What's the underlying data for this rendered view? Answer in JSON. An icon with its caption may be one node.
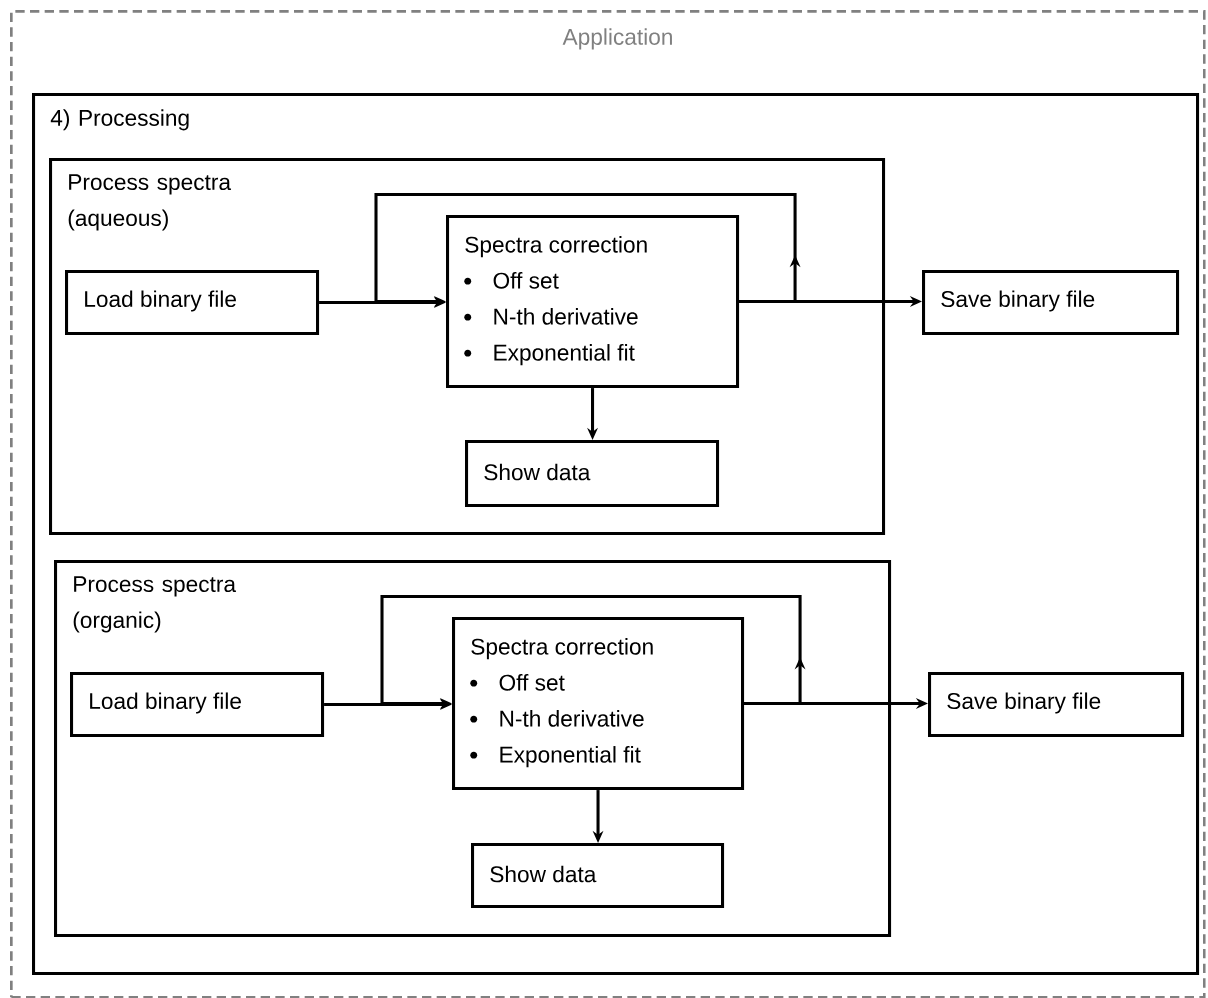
{
  "diagram": {
    "nodes": [
      {
        "text": [
          "Application"
        ]
      },
      {
        "text": [
          "4) Processing"
        ],
        "in": 0
      },
      {
        "text": [
          "Process spectra (aqueous)"
        ],
        "in": 1
      },
      {
        "text": [
          "Load binary file"
        ],
        "in": 2
      },
      {
        "text": [
          "Spectra correction",
          "Off set",
          "N-th derivative",
          "Exponential fit"
        ],
        "in": 2
      },
      {
        "text": [
          "Show data"
        ],
        "in": 2
      },
      {
        "text": [
          "Save binary file"
        ],
        "in": 1
      },
      {
        "text": [
          "Process spectra (organic)"
        ],
        "in": 1
      },
      {
        "text": [
          "Load binary file"
        ],
        "in": 7
      },
      {
        "text": [
          "Spectra correction",
          "Off set",
          "N-th derivative",
          "Exponential fit"
        ],
        "in": 7
      },
      {
        "text": [
          "Show data"
        ],
        "in": 7
      },
      {
        "text": [
          "Save binary file"
        ],
        "in": 1
      }
    ],
    "edges": [
      {
        "from": 3,
        "to": 4,
        "arrow": "to"
      },
      {
        "from": 4,
        "to": 4,
        "arrow": "to"
      },
      {
        "from": 4,
        "to": 6,
        "arrow": "to"
      },
      {
        "from": 4,
        "to": 5,
        "arrow": "to"
      },
      {
        "from": 8,
        "to": 9,
        "arrow": "to"
      },
      {
        "from": 9,
        "to": 9,
        "arrow": "to"
      },
      {
        "from": 9,
        "to": 11,
        "arrow": "to"
      },
      {
        "from": 9,
        "to": 10,
        "arrow": "to"
      }
    ]
  }
}
